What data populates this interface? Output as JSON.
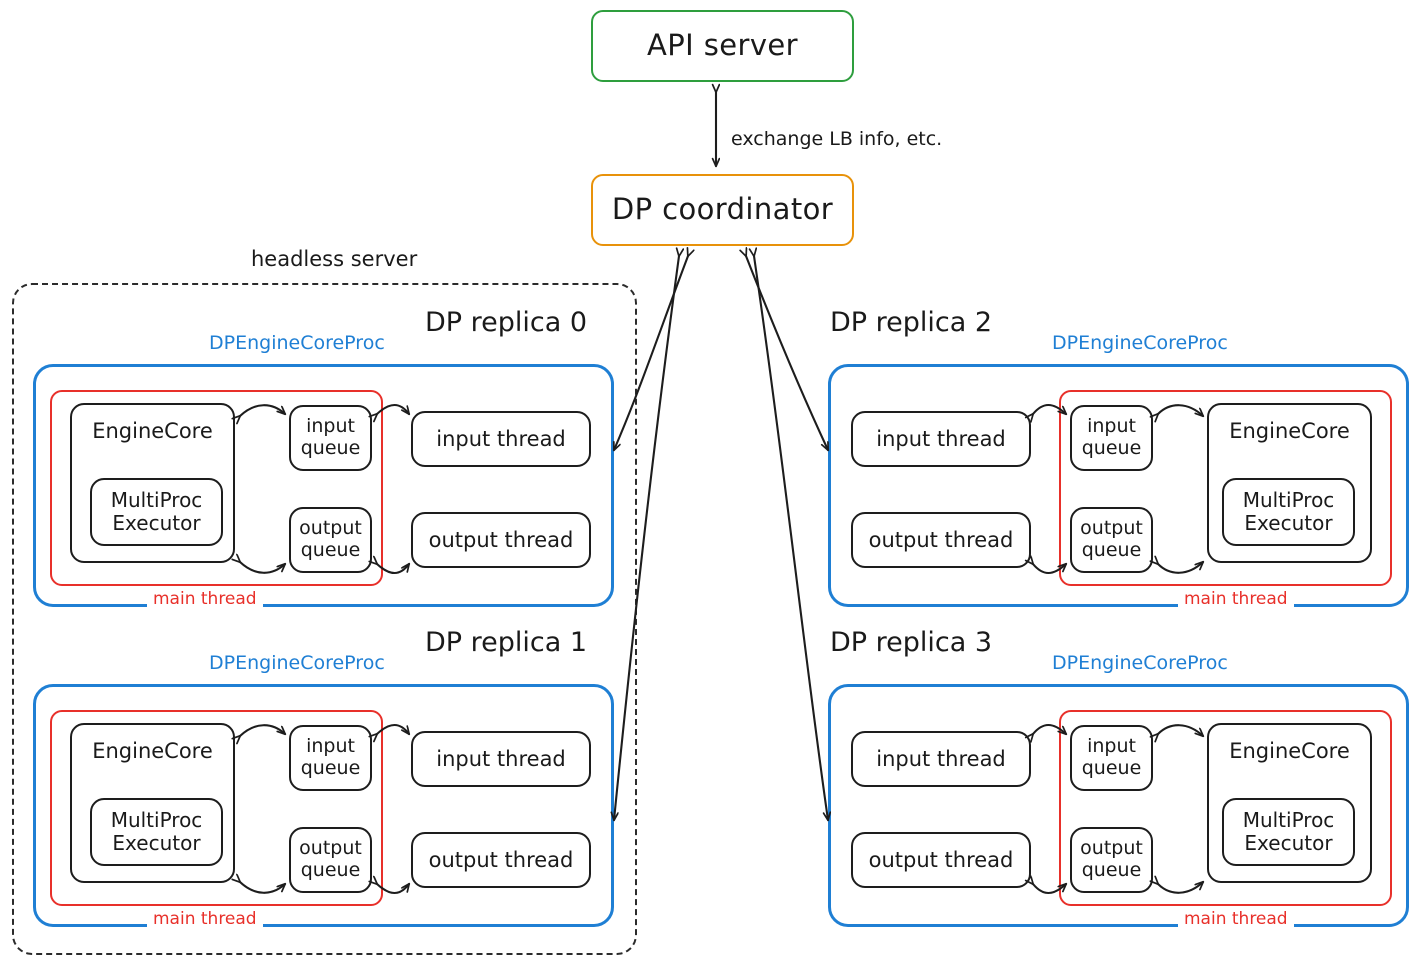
{
  "diagram": {
    "title_nodes": {
      "api_server": "API server",
      "dp_coordinator": "DP coordinator"
    },
    "edge_labels": {
      "coordinator_api": "exchange LB info, etc."
    },
    "boundary": {
      "headless_server": "headless server"
    },
    "colors": {
      "api_server_border": "#2e9e3e",
      "dp_coordinator_border": "#e8920a",
      "proc_border": "#1f7fd4",
      "main_thread_border": "#e8302a",
      "node_border": "#1d1d1d",
      "boundary_border": "#2b2b2b",
      "background": "#ffffff"
    },
    "node_labels": {
      "engine_core": "EngineCore",
      "multiproc_executor": "MultiProc\nExecutor",
      "multiproc_executor_line1": "MultiProc",
      "multiproc_executor_line2": "Executor",
      "input_queue_line1": "input",
      "input_queue_line2": "queue",
      "output_queue_line1": "output",
      "output_queue_line2": "queue",
      "input_thread": "input thread",
      "output_thread": "output thread",
      "proc_label": "DPEngineCoreProc",
      "main_thread_label": "main thread"
    },
    "replicas": [
      {
        "id": 0,
        "label": "DP replica 0",
        "side": "left",
        "in_headless": true
      },
      {
        "id": 1,
        "label": "DP replica 1",
        "side": "left",
        "in_headless": true
      },
      {
        "id": 2,
        "label": "DP replica 2",
        "side": "right",
        "in_headless": false
      },
      {
        "id": 3,
        "label": "DP replica 3",
        "side": "right",
        "in_headless": false
      }
    ],
    "connections": [
      {
        "from": "API server",
        "to": "DP coordinator",
        "bidirectional": true,
        "label": "exchange LB info, etc."
      },
      {
        "from": "DP coordinator",
        "to": "DP replica 0",
        "bidirectional": true,
        "label": ""
      },
      {
        "from": "DP coordinator",
        "to": "DP replica 1",
        "bidirectional": true,
        "label": ""
      },
      {
        "from": "DP coordinator",
        "to": "DP replica 2",
        "bidirectional": true,
        "label": ""
      },
      {
        "from": "DP coordinator",
        "to": "DP replica 3",
        "bidirectional": true,
        "label": ""
      },
      {
        "from": "EngineCore",
        "to": "input queue",
        "bidirectional": true,
        "label": ""
      },
      {
        "from": "input queue",
        "to": "input thread",
        "bidirectional": true,
        "label": ""
      },
      {
        "from": "EngineCore",
        "to": "output queue",
        "bidirectional": true,
        "label": ""
      },
      {
        "from": "output queue",
        "to": "output thread",
        "bidirectional": true,
        "label": ""
      }
    ]
  }
}
